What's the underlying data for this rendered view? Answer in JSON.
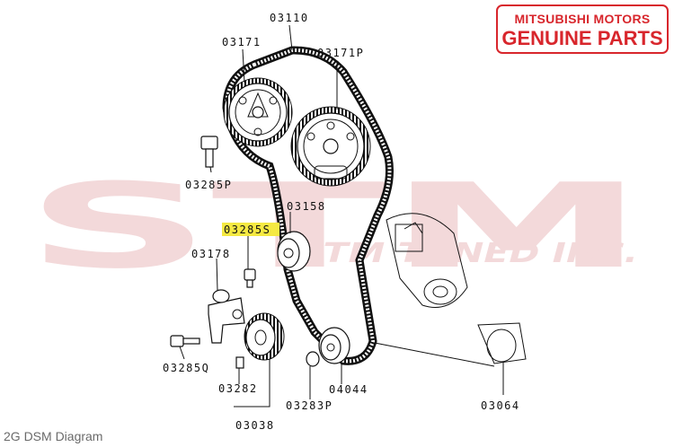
{
  "watermark": {
    "big": "STM",
    "small": "STM TUNED INC."
  },
  "badge": {
    "line1": "MITSUBISHI MOTORS",
    "line2": "GENUINE PARTS"
  },
  "caption": "2G DSM Diagram",
  "highlight_color": "#f5e942",
  "brand_red": "#d8262c",
  "parts": {
    "p03110": "03110",
    "p03171": "03171",
    "p03171p": "03171P",
    "p03285p": "03285P",
    "p03158": "03158",
    "p03285s": "03285S",
    "p03178": "03178",
    "p03285q": "03285Q",
    "p03282": "03282",
    "p03038": "03038",
    "p03283p": "03283P",
    "p04044": "04044",
    "p03064": "03064"
  }
}
